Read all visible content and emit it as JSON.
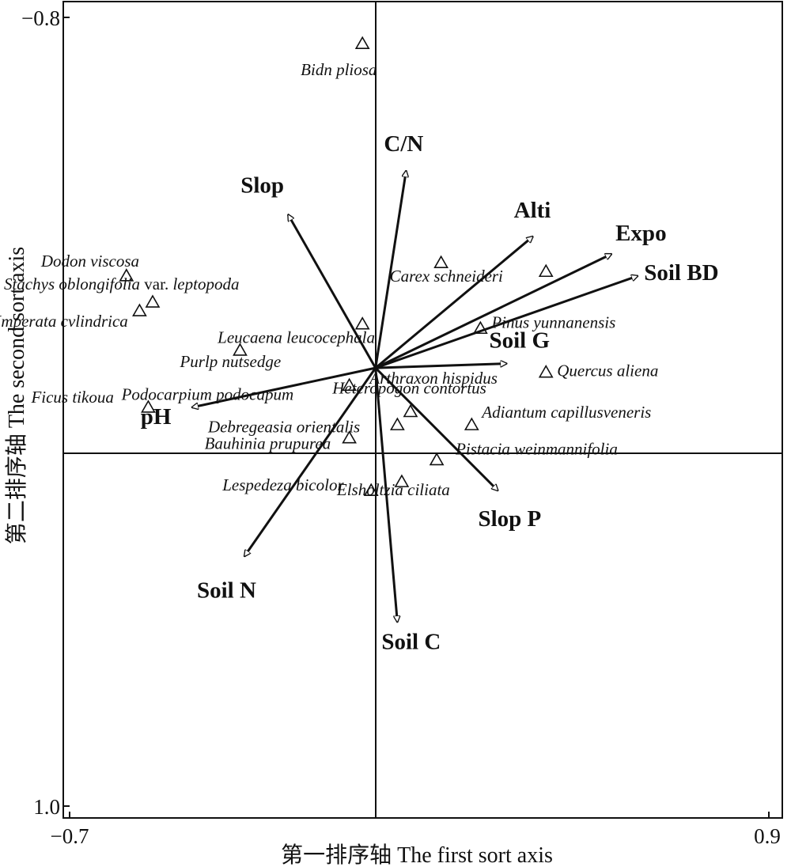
{
  "chart_data": {
    "type": "scatter",
    "subtype": "ordination biplot (species triangles with environmental factor arrows)",
    "xlabel": "第一排序轴 The first sort axis",
    "ylabel": "第二排序轴 The second sort axis",
    "xlim": [
      -0.7,
      0.9
    ],
    "ylim": [
      -0.8,
      1.0
    ],
    "y_axis_inverted": true,
    "x_ticks": [
      "−0.7",
      "0.9"
    ],
    "y_ticks": [
      "−0.8",
      "1.0"
    ],
    "grid": false,
    "legend": "none",
    "marker": "open-triangle",
    "species": [
      {
        "name": "Bidn pliosa",
        "x": -0.03,
        "y": -0.74
      },
      {
        "name": "Dodon viscosa",
        "x": -0.57,
        "y": -0.21
      },
      {
        "name_parts": [
          "Stachys oblongifolia",
          " var. ",
          "leptopoda"
        ],
        "x": -0.51,
        "y": -0.15
      },
      {
        "name": "Imperata cvlindrica",
        "x": -0.54,
        "y": -0.13
      },
      {
        "name": "Leucaena leucocephala",
        "x": -0.03,
        "y": -0.1
      },
      {
        "name": "Purlp nutsedge",
        "x": -0.31,
        "y": -0.04
      },
      {
        "name": "Podocarpium podocapum",
        "x": -0.06,
        "y": 0.04
      },
      {
        "name": "Ficus tikoua",
        "x": -0.52,
        "y": 0.09
      },
      {
        "name": "Debregeasia orientalis",
        "x": 0.08,
        "y": 0.1
      },
      {
        "name": "Bauhinia prupurea",
        "x": -0.06,
        "y": 0.16
      },
      {
        "name": "Lespedeza bicolor",
        "x": -0.01,
        "y": 0.28
      },
      {
        "name": "Elsholtzia ciliata",
        "x": 0.06,
        "y": 0.26
      },
      {
        "name": "Carex schneideri",
        "x": 0.15,
        "y": -0.24
      },
      {
        "name": "Pinus yunnanensis",
        "x": 0.24,
        "y": -0.09
      },
      {
        "name": "Quercus aliena",
        "x": 0.39,
        "y": 0.01
      },
      {
        "name": "Arthraxon hispidus",
        "x": 0.05,
        "y": 0.13
      },
      {
        "name": "Adiantum capillusveneris",
        "x": 0.22,
        "y": 0.13
      },
      {
        "name": "Pistacia weinmannifolia",
        "x": 0.14,
        "y": 0.21
      },
      {
        "name": "Heteropogon contortus",
        "x": 0.39,
        "y": -0.22
      }
    ],
    "environmental_factors": [
      {
        "name": "C/N",
        "x": 0.07,
        "y": -0.45
      },
      {
        "name": "Slop",
        "x": -0.2,
        "y": -0.35
      },
      {
        "name": "Alti",
        "x": 0.36,
        "y": -0.3
      },
      {
        "name": "Expo",
        "x": 0.54,
        "y": -0.26
      },
      {
        "name": "Soil BD",
        "x": 0.6,
        "y": -0.21
      },
      {
        "name": "Soil G",
        "x": 0.3,
        "y": -0.01
      },
      {
        "name": "pH",
        "x": -0.42,
        "y": 0.09
      },
      {
        "name": "Slop P",
        "x": 0.28,
        "y": 0.28
      },
      {
        "name": "Soil N",
        "x": -0.3,
        "y": 0.43
      },
      {
        "name": "Soil C",
        "x": 0.05,
        "y": 0.58
      }
    ]
  }
}
